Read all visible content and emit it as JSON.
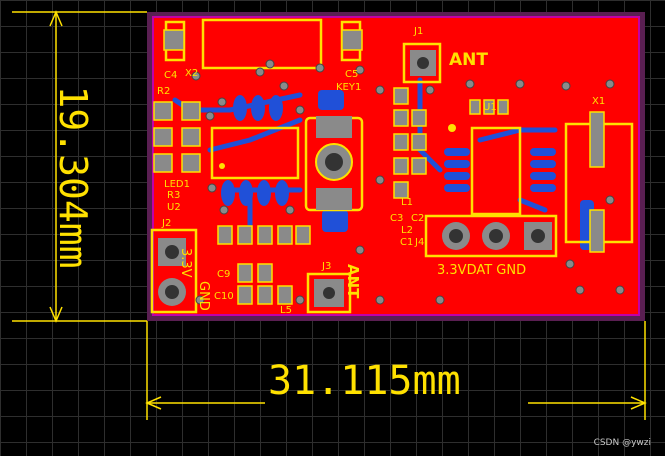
{
  "dimensions": {
    "height_label": "19.304mm",
    "width_label": "31.115mm"
  },
  "labels": {
    "ant_top": "ANT",
    "ant_bottom": "ANT",
    "pins_right": "3.3VDAT GND",
    "pins_left_a": "3.3V",
    "pins_left_b": "GND"
  },
  "refdes": {
    "c4": "C4",
    "x2": "X2",
    "c5": "C5",
    "key1": "KEY1",
    "j1": "J1",
    "r2": "R2",
    "led1": "LED1",
    "r3": "R3",
    "u2": "U2",
    "j2": "J2",
    "c9": "C9",
    "c10": "C10",
    "l5": "L5",
    "j3": "J3",
    "l1": "L1",
    "c3": "C3",
    "c2": "C2",
    "l2": "L2",
    "c1": "C1",
    "j4": "J4",
    "u1": "U1",
    "x1": "X1"
  },
  "watermark": "CSDN @ywzi",
  "colors": {
    "background": "#000000",
    "copper_top": "#ff0000",
    "silkscreen": "#ffe100",
    "bottom_layer": "#2050d8",
    "board_outline": "#c200a8",
    "pad_gray": "#8a8a8a"
  }
}
